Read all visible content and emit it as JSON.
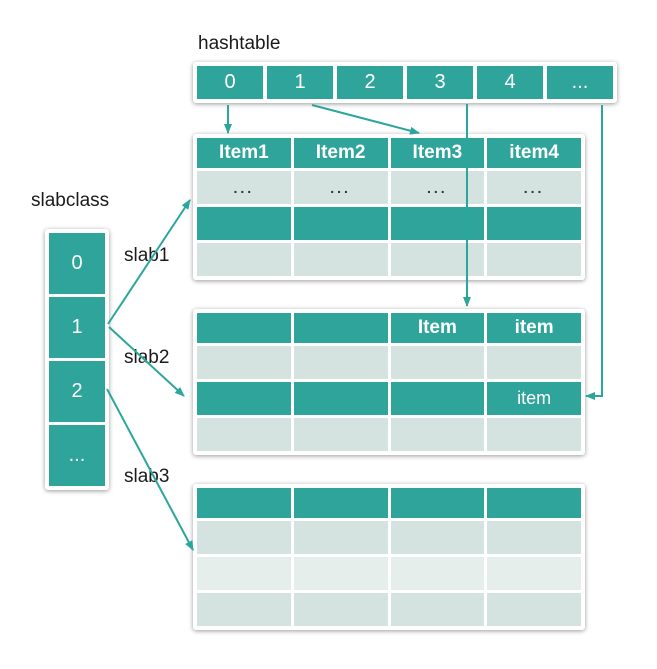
{
  "labels": {
    "hashtable": "hashtable",
    "slabclass": "slabclass"
  },
  "hashtable": {
    "cells": [
      "0",
      "1",
      "2",
      "3",
      "4",
      "..."
    ]
  },
  "slabclass": {
    "cells": [
      "0",
      "1",
      "2",
      "..."
    ]
  },
  "slabs": [
    {
      "label": "slab1",
      "rows": [
        [
          "Item1",
          "Item2",
          "Item3",
          "item4"
        ],
        [
          "...",
          "...",
          "...",
          "..."
        ],
        [
          "",
          "",
          "",
          ""
        ],
        [
          "",
          "",
          "",
          ""
        ]
      ]
    },
    {
      "label": "slab2",
      "rows": [
        [
          "",
          "",
          "Item",
          "item"
        ],
        [
          "",
          "",
          "",
          ""
        ],
        [
          "",
          "",
          "",
          "item"
        ],
        [
          "",
          "",
          "",
          ""
        ]
      ]
    },
    {
      "label": "slab3",
      "rows": [
        [
          "",
          "",
          "",
          ""
        ],
        [
          "",
          "",
          "",
          ""
        ],
        [
          "",
          "",
          "",
          ""
        ],
        [
          "",
          "",
          "",
          ""
        ]
      ]
    }
  ],
  "colors": {
    "teal": "#2fa49b",
    "light_row": "#d5e3e0",
    "lighter_row": "#e6eeec",
    "arrow": "#2ba69c",
    "text": "#1b1b1b"
  },
  "connections": [
    "hashtable[0] -> slab1 Item1",
    "hashtable[1] -> slab1 Item3",
    "hashtable[3] -> slab2 header Item",
    "hashtable[...] -> slab2 row3 item (from right)",
    "slabclass[1] -> slab1",
    "slabclass[1] -> slab2",
    "slabclass[2] -> slab3"
  ]
}
